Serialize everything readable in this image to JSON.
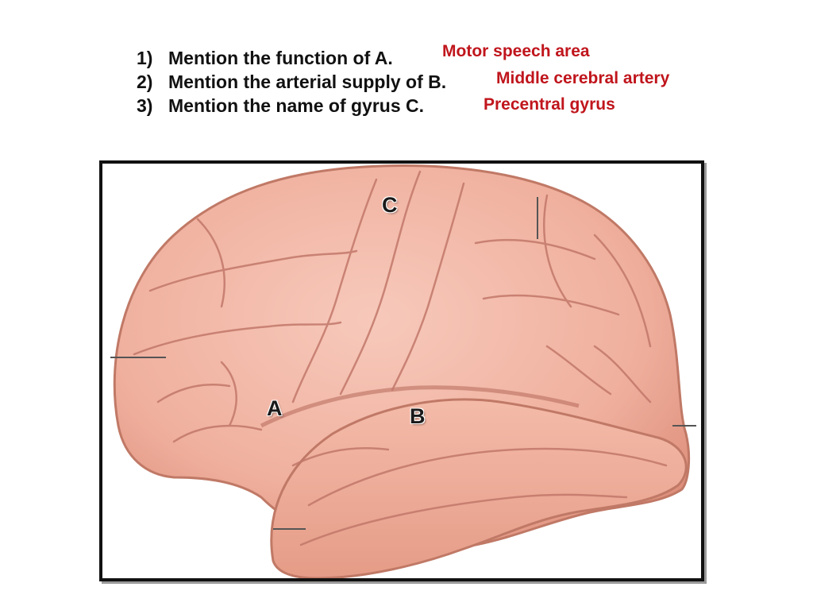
{
  "questions": [
    {
      "num": "1)",
      "text": "Mention the function of A."
    },
    {
      "num": "2)",
      "text": "Mention the arterial supply of B."
    },
    {
      "num": "3)",
      "text": "Mention the name of gyrus C."
    }
  ],
  "answers": [
    {
      "text": "Motor speech area"
    },
    {
      "text": "Middle cerebral artery"
    },
    {
      "text": "Precentral gyrus"
    }
  ],
  "diagram": {
    "labels": {
      "a": "A",
      "b": "B",
      "c": "C"
    }
  },
  "colors": {
    "question_text": "#111111",
    "answer_text": "#c0151c",
    "brain_fill": "#f2b7a6",
    "brain_outline": "#c07966",
    "frame_border": "#111111"
  }
}
